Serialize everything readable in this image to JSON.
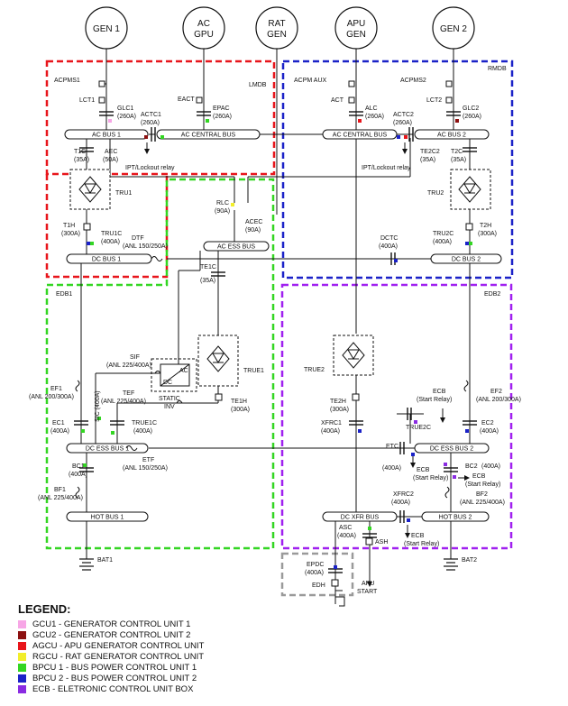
{
  "generators": {
    "gen1": "GEN 1",
    "ac_gpu_l1": "AC",
    "ac_gpu_l2": "GPU",
    "rat_l1": "RAT",
    "rat_l2": "GEN",
    "apu_l1": "APU",
    "apu_l2": "GEN",
    "gen2": "GEN 2"
  },
  "zones": {
    "lmdb": "LMDB",
    "rmdb": "RMDB",
    "edb1": "EDB1",
    "edb2": "EDB2"
  },
  "zone_colors": {
    "lmdb": "#e8151b",
    "rmdb": "#1b22c8",
    "edb1": "#33d622",
    "edb2": "#a020f0",
    "epdc_box": "#9a9a9a"
  },
  "buses": {
    "ac_bus_1": "AC BUS 1",
    "ac_central_left": "AC CENTRAL BUS",
    "ac_central_right": "AC CENTRAL BUS",
    "ac_bus_2": "AC BUS 2",
    "ac_ess_bus": "AC ESS BUS",
    "dc_bus_1": "DC BUS 1",
    "dc_bus_2": "DC BUS 2",
    "dc_ess_bus_1": "DC ESS BUS 1",
    "dc_ess_bus_2": "DC ESS BUS 2",
    "hot_bus_1": "HOT BUS 1",
    "hot_bus_2": "HOT BUS 2",
    "dc_xfr_bus": "DC XFR BUS"
  },
  "components": {
    "acpms1": "ACPMS1",
    "lct1": "LCT1",
    "glc1_name": "GLC1",
    "glc1_rating": "(260A)",
    "actc1_name": "ACTC1",
    "actc1_rating": "(260A)",
    "eact": "EACT",
    "epac_name": "EPAC",
    "epac_rating": "(260A)",
    "acpm_aux": "ACPM AUX",
    "act": "ACT",
    "alc_name": "ALC",
    "alc_rating": "(260A)",
    "actc2_name": "ACTC2",
    "actc2_rating": "(260A)",
    "acpms2": "ACPMS2",
    "lct2": "LCT2",
    "glc2_name": "GLC2",
    "glc2_rating": "(260A)",
    "t1c_name": "T1C",
    "t1c_rating": "(35A)",
    "aec_name": "AEC",
    "aec_rating": "(50A)",
    "ipt_left": "IPT/Lockout relay",
    "ipt_right": "IPT/Lockout relay",
    "te2c2_name": "TE2C2",
    "te2c2_rating": "(35A)",
    "t2c_name": "T2C",
    "t2c_rating": "(35A)",
    "tru1": "TRU1",
    "tru2": "TRU2",
    "rlc_name": "RLC",
    "rlc_rating": "(90A)",
    "acec_name": "ACEC",
    "acec_rating": "(90A)",
    "t1h_name": "T1H",
    "t1h_rating": "(300A)",
    "tru1c_name": "TRU1C",
    "tru1c_rating": "(400A)",
    "dtf_name": "DTF",
    "dtf_rating": "(ANL 150/250A)",
    "dctc_name": "DCTC",
    "dctc_rating": "(400A)",
    "tru2c_name": "TRU2C",
    "tru2c_rating": "(400A)",
    "t2h_name": "T2H",
    "t2h_rating": "(300A)",
    "te1c_name": "TE1C",
    "te1c_rating": "(35A)",
    "sif_name": "SIF",
    "sif_rating": "(ANL 225/400A)",
    "static_ac": "AC",
    "static_dc": "DC",
    "static_l1": "STATIC",
    "static_l2": "INV",
    "true1": "TRUE1",
    "te1h_name": "TE1H",
    "te1h_rating": "(300A)",
    "tef_name": "TEF",
    "tef_rating": "(ANL 225/400A)",
    "ef1_name": "EF1",
    "ef1_rating": "(ANL 200/300A)",
    "sic": "SIC (400A)",
    "ec1_name": "EC1",
    "ec1_rating": "(400A)",
    "true1c_name": "TRUE1C",
    "true1c_rating": "(400A)",
    "etf_name": "ETF",
    "etf_rating": "(ANL 150/250A)",
    "bc1_name": "BC1",
    "bc1_rating": "(400A)",
    "bf1_name": "BF1",
    "bf1_rating": "(ANL 225/400A)",
    "bat1": "BAT1",
    "true2": "TRUE2",
    "te2h_name": "TE2H",
    "te2h_rating": "(300A)",
    "ecb_a1": "ECB",
    "ecb_a2": "(Start Relay)",
    "ef2_name": "EF2",
    "ef2_rating": "(ANL 200/300A)",
    "xfrc1_name": "XFRC1",
    "xfrc1_rating": "(400A)",
    "true2c": "TRUE2C",
    "ec2_name": "EC2",
    "ec2_rating": "(400A)",
    "etc_name": "ETC",
    "etc_rating": "(400A)",
    "ecb_b1": "ECB",
    "ecb_b2": "(Start Relay)",
    "bc2_name": "BC2",
    "bc2_rating": "(400A)",
    "ecb_c1": "ECB",
    "ecb_c2": "(Start Relay)",
    "bf2_name": "BF2",
    "bf2_rating": "(ANL 225/400A)",
    "xfrc2_name": "XFRC2",
    "xfrc2_rating": "(400A)",
    "asc_name": "ASC",
    "asc_rating": "(400A)",
    "ash": "ASH",
    "ecb_d1": "ECB",
    "ecb_d2": "(Start Relay)",
    "bat2": "BAT2",
    "epdc_name": "EPDC",
    "epdc_rating": "(400A)",
    "edh": "EDH",
    "apu_l1": "APU",
    "apu_l2": "START"
  },
  "legend": {
    "title": "LEGEND:",
    "items": [
      {
        "label": "GCU1 - GENERATOR CONTROL UNIT 1",
        "color": "#f7a6e6"
      },
      {
        "label": "GCU2 - GENERATOR CONTROL UNIT 2",
        "color": "#8c1010"
      },
      {
        "label": "AGCU - APU GENERATOR CONTROL UNIT",
        "color": "#e8151b"
      },
      {
        "label": "RGCU - RAT GENERATOR CONTROL UNIT",
        "color": "#f2ee2a"
      },
      {
        "label": "BPCU 1 - BUS POWER CONTROL UNIT 1",
        "color": "#33d622"
      },
      {
        "label": "BPCU 2 - BUS POWER CONTROL UNIT 2",
        "color": "#1b22c8"
      },
      {
        "label": "ECB - ELETRONIC CONTROL UNIT BOX",
        "color": "#8a2be2"
      }
    ]
  }
}
